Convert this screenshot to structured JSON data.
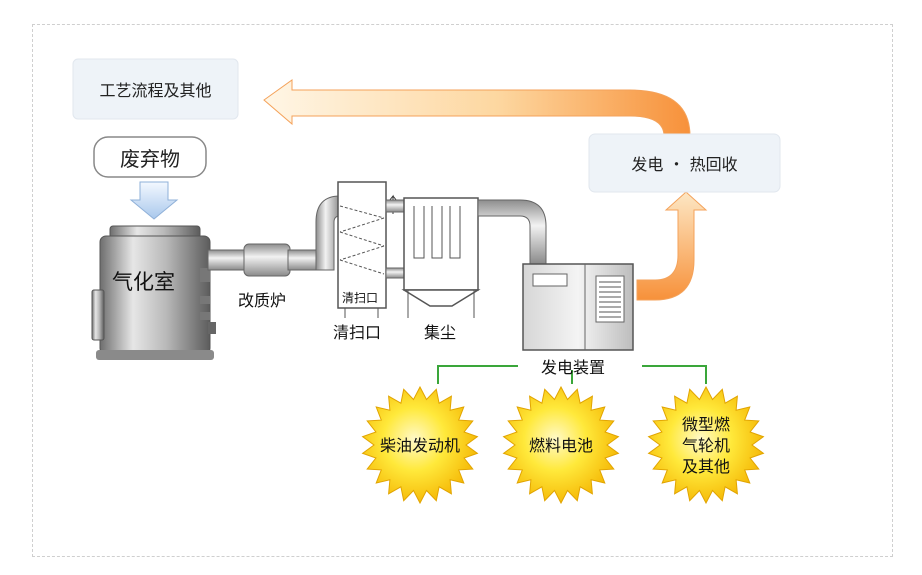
{
  "process_box": "工艺流程及其他",
  "waste_label": "废弃物",
  "gasifier_label": "气化室",
  "reformer_label": "改质炉",
  "cleaning_tag": "清扫口",
  "cleaning_label": "清扫口",
  "dust_label": "集尘",
  "power_unit_label": "发电装置",
  "power_heat_box": "发电 ・ 热回收",
  "bursts": {
    "diesel": "柴油发动机",
    "fuelcell": "燃料电池",
    "turbine": [
      "微型燃",
      "气轮机",
      "及其他"
    ]
  },
  "colors": {
    "arrow_orange": "#f7a23c",
    "arrow_light": "#fde2b8",
    "burst_yellow": "#ffd400",
    "connector_green": "#3aa63a",
    "box_fill": "#eef3f8"
  }
}
